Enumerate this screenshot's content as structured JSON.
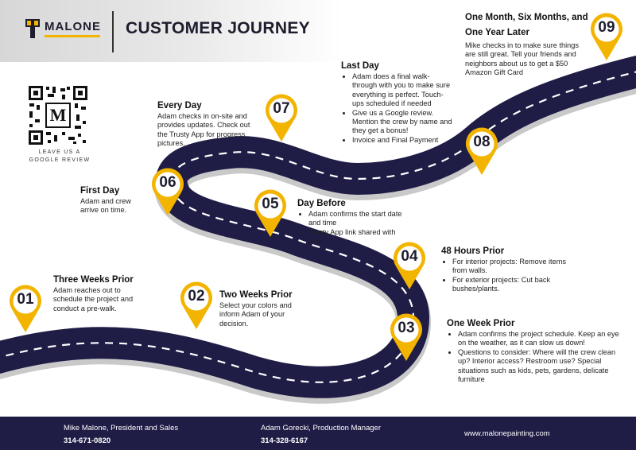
{
  "header": {
    "logo_text": "MALONE",
    "title": "CUSTOMER JOURNEY"
  },
  "qr": {
    "caption_line1": "LEAVE US A",
    "caption_line2": "GOOGLE REVIEW"
  },
  "colors": {
    "road": "#1f1c45",
    "pin": "#f3b400",
    "footer": "#1f1c45"
  },
  "stages": [
    {
      "num": "01",
      "heading": "Three Weeks Prior",
      "text": "Adam reaches out to schedule the project and conduct a pre-walk."
    },
    {
      "num": "02",
      "heading": "Two Weeks Prior",
      "text": "Select your colors and inform Adam of your decision."
    },
    {
      "num": "03",
      "heading": "One Week Prior",
      "bullets": [
        "Adam confirms the project schedule. Keep an eye on the weather, as it can slow us down!",
        "Questions to consider: Where will the crew clean up? Interior access? Restroom use? Special situations such as  kids, pets, gardens, delicate furniture"
      ]
    },
    {
      "num": "04",
      "heading": "48 Hours Prior",
      "bullets": [
        "For interior projects: Remove items from walls.",
        "For exterior projects: Cut back bushes/plants."
      ]
    },
    {
      "num": "05",
      "heading": "Day Before",
      "bullets": [
        "Adam confirms the start date and time",
        "Trusty App link shared with you."
      ]
    },
    {
      "num": "06",
      "heading": "First Day",
      "text": "Adam and  crew arrive on time."
    },
    {
      "num": "07",
      "heading": "Every Day",
      "text": "Adam checks in on-site and provides updates. Check out the Trusty App for progress pictures."
    },
    {
      "num": "08",
      "heading": "Last Day",
      "bullets": [
        "Adam does a final walk-through with you to make sure everything is perfect. Touch-ups scheduled if needed",
        "Give us a Google review. Mention the crew by name and they get a bonus!",
        "Invoice and Final Payment"
      ]
    },
    {
      "num": "09",
      "heading": "One Month, Six Months, and One Year Later",
      "text": "Mike checks in to make sure things are still great. Tell your friends and neighbors about us to get a $50 Amazon Gift Card"
    }
  ],
  "footer": {
    "contact1_name": "Mike Malone, President and Sales",
    "contact1_phone": "314-671-0820",
    "contact2_name": "Adam Gorecki, Production Manager",
    "contact2_phone": "314-328-6167",
    "website": "www.malonepainting.com"
  }
}
